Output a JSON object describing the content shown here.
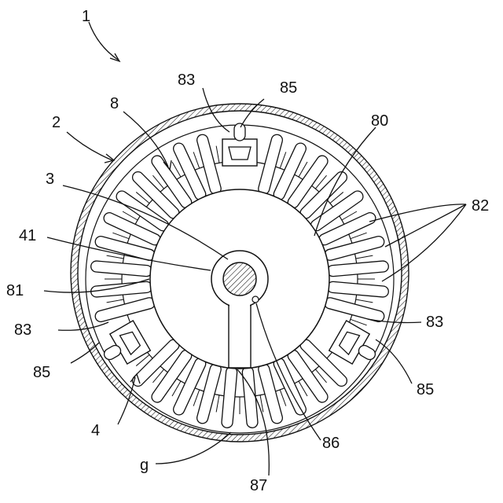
{
  "figure": {
    "labels": {
      "l1": "1",
      "l2": "2",
      "l3": "3",
      "l4": "4",
      "l8": "8",
      "l41": "41",
      "l80": "80",
      "l81": "81",
      "l82": "82",
      "l83_top": "83",
      "l83_left": "83",
      "l83_right": "83",
      "l85_top": "85",
      "l85_left": "85",
      "l85_right": "85",
      "l86": "86",
      "l87": "87",
      "lg": "g"
    },
    "colors": {
      "line": "#111111",
      "background": "#ffffff"
    },
    "blade_count": 36
  }
}
